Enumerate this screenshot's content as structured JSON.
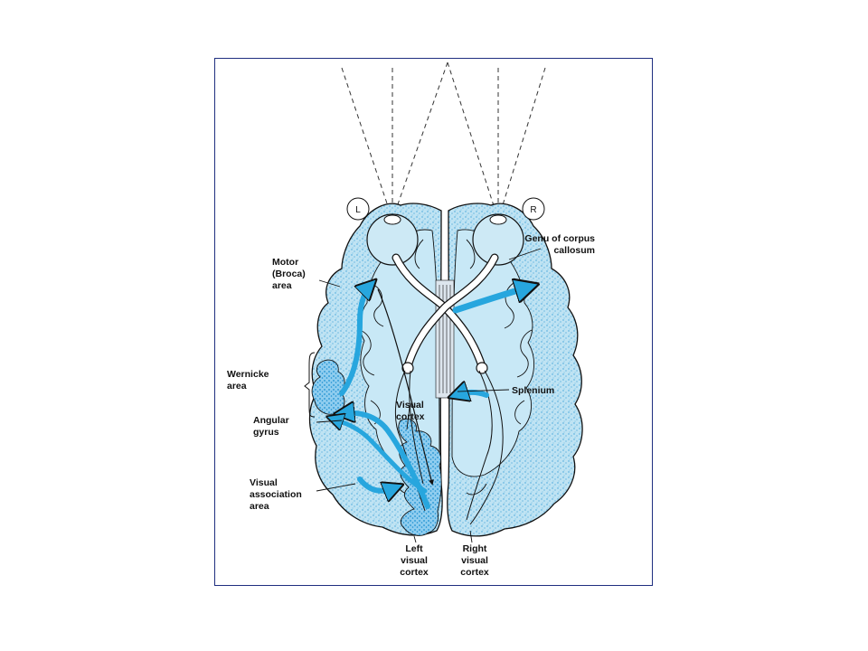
{
  "colors": {
    "frame_border": "#1f2f80",
    "brain_fill": "#bfe3f3",
    "outline": "#111111",
    "arrow_blue": "#27a6de",
    "cortex_speckle": "#3fa3d9"
  },
  "eyes": {
    "left": "L",
    "right": "R"
  },
  "labels": {
    "motor": [
      "Motor",
      "(Broca)",
      "area"
    ],
    "wernicke": [
      "Wernicke",
      "area"
    ],
    "angular": [
      "Angular",
      "gyrus"
    ],
    "visual_assoc": [
      "Visual",
      "association",
      "area"
    ],
    "visual_cortex": [
      "Visual",
      "cortex"
    ],
    "left_vc": [
      "Left",
      "visual",
      "cortex"
    ],
    "right_vc": [
      "Right",
      "visual",
      "cortex"
    ],
    "genu": [
      "Genu of corpus",
      "callosum"
    ],
    "splenium": "Splenium"
  }
}
